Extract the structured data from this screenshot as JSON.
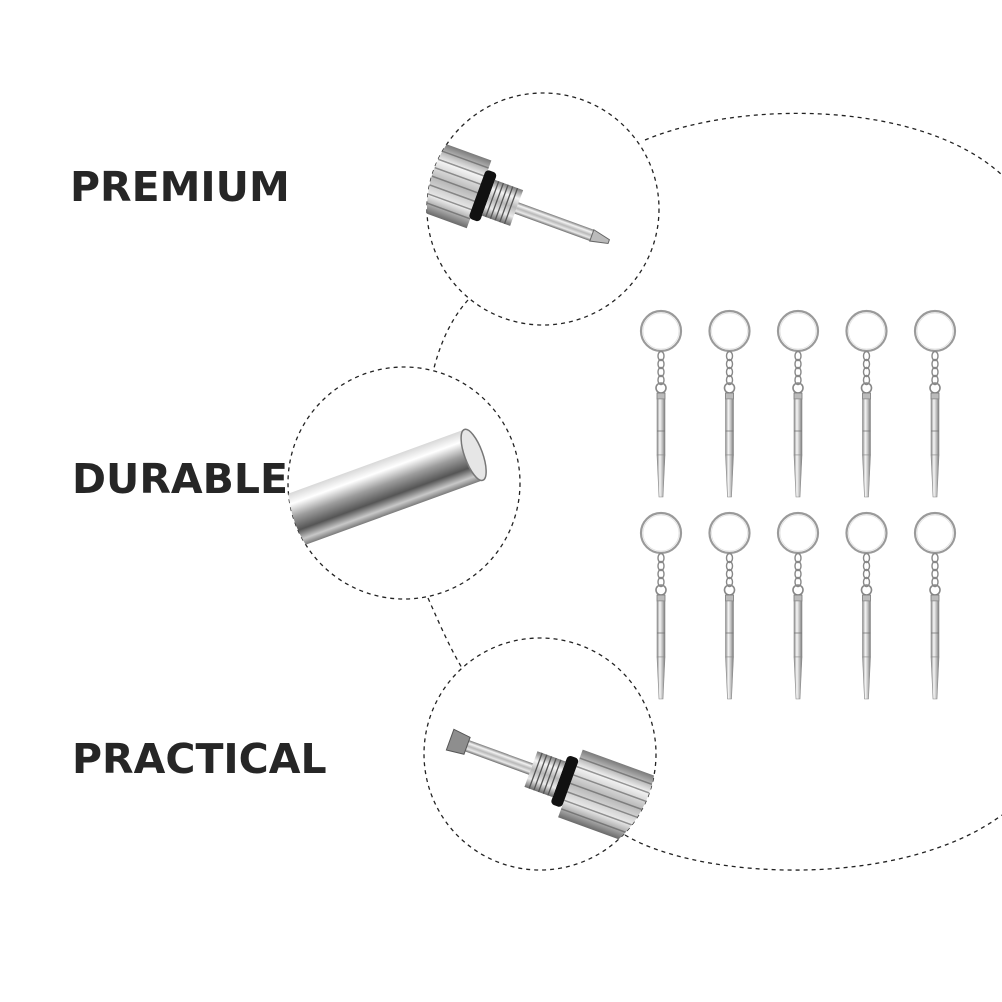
{
  "features": [
    {
      "label": "PREMIUM",
      "icon": "phillips-screwdriver-tip-closeup"
    },
    {
      "label": "DURABLE",
      "icon": "polished-steel-shaft-closeup"
    },
    {
      "label": "PRACTICAL",
      "icon": "flathead-screwdriver-tip-closeup"
    }
  ],
  "product": {
    "item": "keychain-screwdriver",
    "count": 10,
    "rows": 2,
    "per_row": 5
  },
  "colors": {
    "background": "#ffffff",
    "label_text": "#262626",
    "dashed_outline": "#222222",
    "steel_light": "#f2f2f2",
    "steel_dark": "#6b6b6b",
    "o_ring": "#1a1a1a"
  }
}
